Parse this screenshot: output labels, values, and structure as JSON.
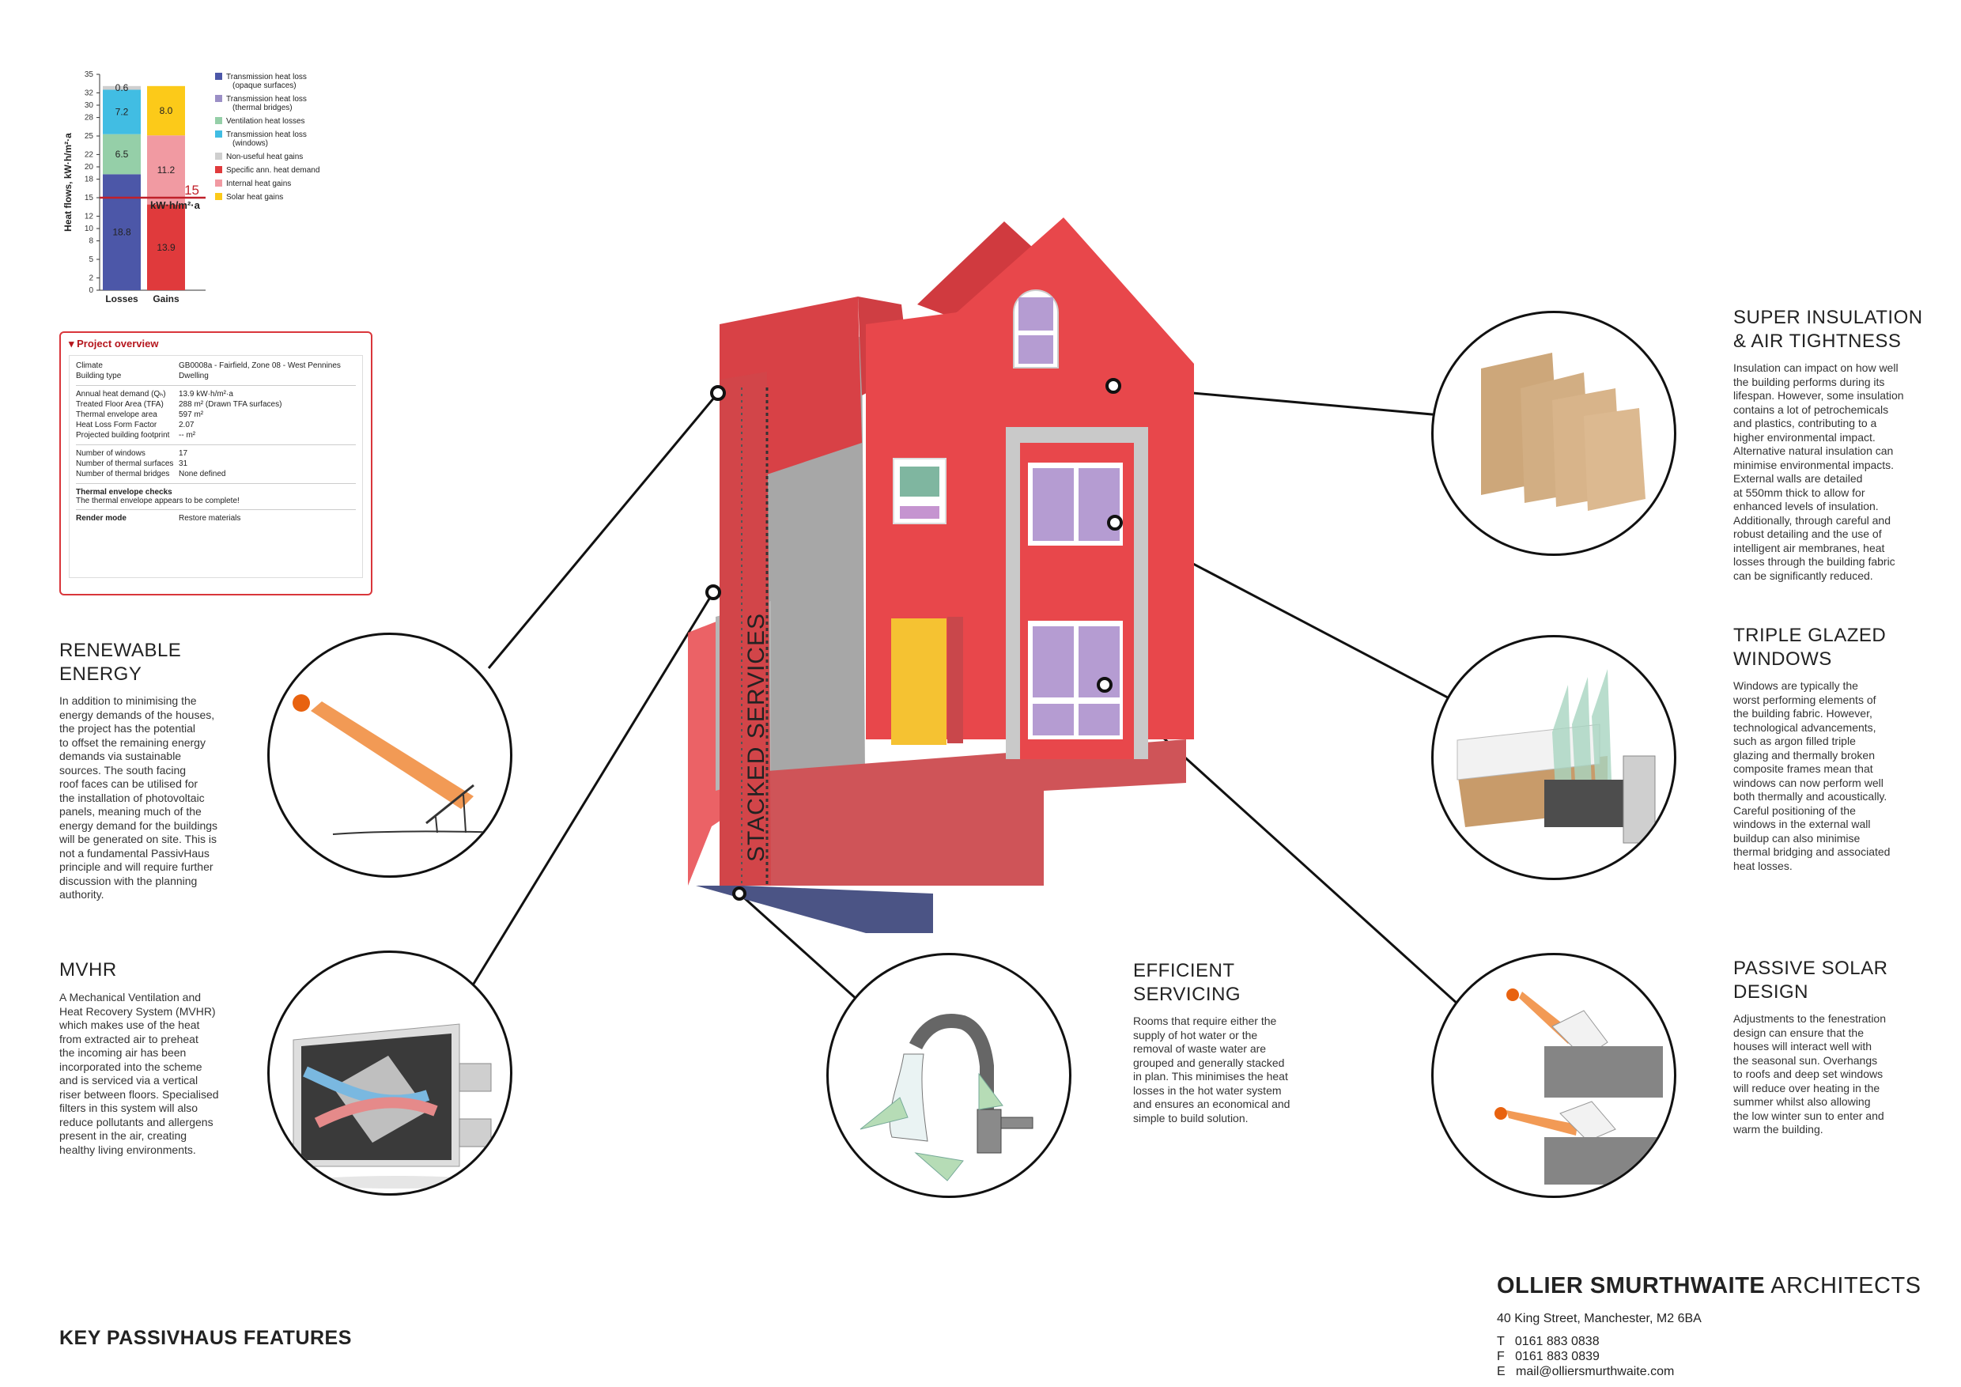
{
  "chart_data": {
    "type": "bar",
    "stacked": true,
    "categories": [
      "Losses",
      "Gains"
    ],
    "ylabel": "Heat flows, kW·h/m²·a",
    "ylim": [
      0,
      35
    ],
    "yticks": [
      0,
      2,
      5,
      8,
      10,
      12,
      15,
      18,
      20,
      22,
      25,
      28,
      30,
      32,
      35
    ],
    "threshold": {
      "value": 15,
      "label_value": "15",
      "label_unit": "kW·h/m²·a",
      "color": "#c0202a"
    },
    "series": [
      {
        "name": "Transmission heat loss (opaque surfaces)",
        "color": "#4c57a8",
        "values": [
          18.8,
          0
        ],
        "labels": [
          "18.8",
          ""
        ]
      },
      {
        "name": "Transmission heat loss (thermal bridges)",
        "color": "#9b8fc6",
        "values": [
          0,
          0
        ],
        "labels": [
          "",
          ""
        ]
      },
      {
        "name": "Ventilation heat losses",
        "color": "#95cfa8",
        "values": [
          6.5,
          0
        ],
        "labels": [
          "6.5",
          ""
        ]
      },
      {
        "name": "Transmission heat loss (windows)",
        "color": "#41bde3",
        "values": [
          7.2,
          0
        ],
        "labels": [
          "7.2",
          ""
        ]
      },
      {
        "name": "Non-useful heat gains",
        "color": "#cfcfcf",
        "values": [
          0.6,
          0
        ],
        "labels": [
          "0.6",
          ""
        ]
      },
      {
        "name": "Specific ann. heat demand",
        "color": "#e03a3c",
        "values": [
          0,
          13.9
        ],
        "labels": [
          "",
          "13.9"
        ]
      },
      {
        "name": "Internal heat gains",
        "color": "#f19aa2",
        "values": [
          0,
          11.2
        ],
        "labels": [
          "",
          "11.2"
        ]
      },
      {
        "name": "Solar heat gains",
        "color": "#fcca19",
        "values": [
          0,
          8.0
        ],
        "labels": [
          "",
          "8.0"
        ]
      }
    ],
    "legend_position": "right"
  },
  "project_overview": {
    "title": "▾ Project overview",
    "rows1": [
      {
        "label": "Climate",
        "value": "GB0008a - Fairfield, Zone 08 - West Pennines"
      },
      {
        "label": "Building type",
        "value": "Dwelling"
      }
    ],
    "rows2": [
      {
        "label": "Annual heat demand (Qₕ)",
        "value": "13.9 kW·h/m²·a"
      },
      {
        "label": "Treated Floor Area (TFA)",
        "value": "288 m² (Drawn TFA surfaces)"
      },
      {
        "label": "Thermal envelope area",
        "value": "597 m²"
      },
      {
        "label": "Heat Loss Form Factor",
        "value": "2.07"
      },
      {
        "label": "Projected building footprint",
        "value": "-- m²"
      }
    ],
    "rows3": [
      {
        "label": "Number of windows",
        "value": "17"
      },
      {
        "label": "Number of thermal surfaces",
        "value": "31"
      },
      {
        "label": "Number of thermal bridges",
        "value": "None defined"
      }
    ],
    "checks_title": "Thermal envelope checks",
    "checks_text": "The thermal envelope appears to be complete!",
    "render_label": "Render mode",
    "render_value": "Restore materials"
  },
  "house": {
    "stacked_label": "STACKED SERVICES"
  },
  "features": {
    "renewable": {
      "title": "RENEWABLE\nENERGY",
      "text": "In addition to minimising the\nenergy demands of the houses,\nthe project has the potential\nto offset the remaining energy\ndemands via sustainable\nsources. The south facing\nroof faces can be utilised for\nthe installation of photovoltaic\npanels, meaning much of the\nenergy demand for the buildings\nwill be generated on site. This is\nnot a fundamental PassivHaus\nprinciple and will require further\ndiscussion with the planning\nauthority."
    },
    "mvhr": {
      "title": "MVHR",
      "text": "A Mechanical Ventilation and\nHeat Recovery System (MVHR)\nwhich makes use of the heat\nfrom extracted air to preheat\nthe incoming air has been\nincorporated into the scheme\nand is serviced via a vertical\nriser between floors. Specialised\nfilters in this system will also\nreduce pollutants and allergens\npresent in the air, creating\nhealthy living environments."
    },
    "servicing": {
      "title": "EFFICIENT\nSERVICING",
      "text": "Rooms that require either the\nsupply of hot water or the\nremoval of waste water are\ngrouped and generally stacked\nin plan. This minimises the heat\nlosses in the hot water system\nand ensures an economical and\nsimple to build solution."
    },
    "insulation": {
      "title": "SUPER INSULATION\n& AIR TIGHTNESS",
      "text": "Insulation can impact on how well\nthe building performs during its\nlifespan. However, some insulation\ncontains a lot of petrochemicals\nand plastics, contributing to a\nhigher environmental impact.\nAlternative natural insulation can\nminimise environmental impacts.\nExternal walls are detailed\nat 550mm thick to allow for\nenhanced levels of insulation.\nAdditionally, through careful and\nrobust detailing and the use of\nintelligent air membranes, heat\nlosses through the building fabric\ncan be significantly reduced."
    },
    "glazing": {
      "title": "TRIPLE GLAZED\nWINDOWS",
      "text": "Windows are typically the\nworst performing elements of\nthe building fabric. However,\ntechnological advancements,\nsuch as argon filled triple\nglazing and thermally broken\ncomposite frames mean that\nwindows can now perform well\nboth thermally and acoustically.\nCareful positioning of the\nwindows in the external wall\nbuildup can also minimise\nthermal bridging and associated\nheat losses."
    },
    "solar": {
      "title": "PASSIVE SOLAR\nDESIGN",
      "text": "Adjustments to the fenestration\ndesign can ensure that the\nhouses will interact well with\nthe seasonal sun. Overhangs\nto roofs and deep set windows\nwill reduce over heating in the\nsummer whilst also allowing\nthe low winter sun to enter and\nwarm the building."
    }
  },
  "footer": {
    "sheet_title": "KEY PASSIVHAUS FEATURES",
    "firm_bold": "OLLIER SMURTHWAITE",
    "firm_rest": " ARCHITECTS",
    "address": "40 King Street, Manchester, M2 6BA",
    "tel": "T   0161 883 0838",
    "fax": "F   0161 883 0839",
    "email": "E   mail@olliersmurthwaite.com"
  },
  "colors": {
    "house_red": "#e8474b",
    "grey": "#9c9c9c",
    "leader": "#111111",
    "accent_orange": "#f29a55"
  }
}
